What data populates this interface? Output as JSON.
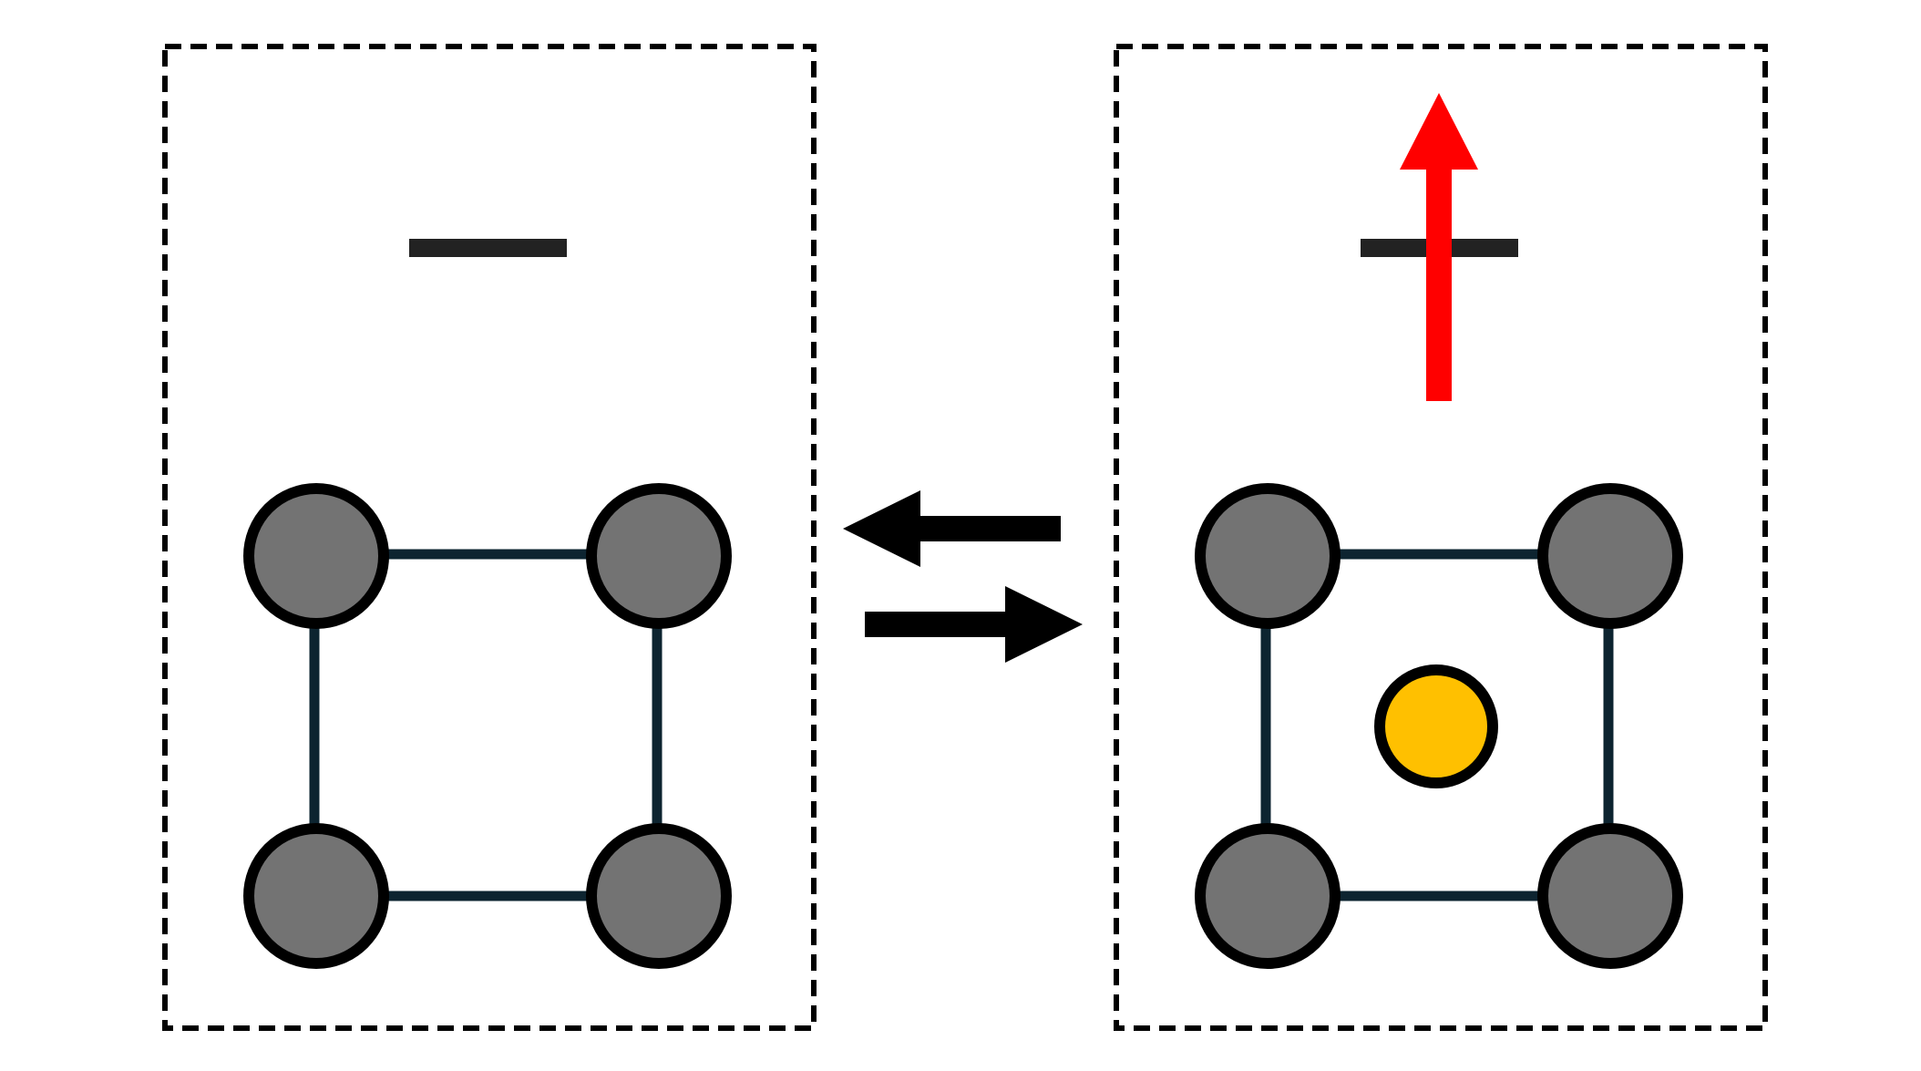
{
  "diagram": {
    "panels": [
      {
        "id": "left",
        "dashed_border": true,
        "level_marker": "dash",
        "spin_arrow": false,
        "lattice_nodes": 4,
        "center_atom": false
      },
      {
        "id": "right",
        "dashed_border": true,
        "level_marker": "dash",
        "spin_arrow": true,
        "spin_direction": "up",
        "lattice_nodes": 4,
        "center_atom": true
      }
    ],
    "equilibrium": {
      "forward_direction": "right",
      "reverse_direction": "left"
    },
    "colors": {
      "background": "#ffffff",
      "border": "#000000",
      "level_marker": "#222222",
      "node_fill": "#737373",
      "node_stroke": "#000000",
      "bond": "#0d2430",
      "center_atom_fill": "#ffc000",
      "spin_arrow": "#ff0000",
      "reaction_arrow": "#000000"
    }
  }
}
